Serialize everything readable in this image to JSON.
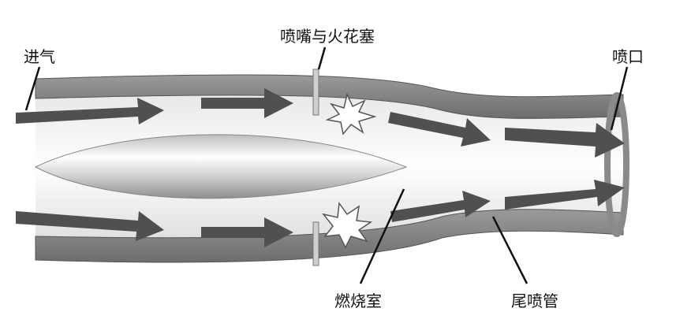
{
  "title": "冲压发动机结构示意图",
  "labels": {
    "intake": "进气",
    "injector_spark": "喷嘴与火花塞",
    "nozzle_exit": "喷口",
    "combustion_chamber": "燃烧室",
    "tail_nozzle": "尾喷管"
  },
  "colors": {
    "arrow": "#505050",
    "wall": "#8a8a8a",
    "wall_inner": "#d4d4d4",
    "spike": "#e6e6e6"
  }
}
